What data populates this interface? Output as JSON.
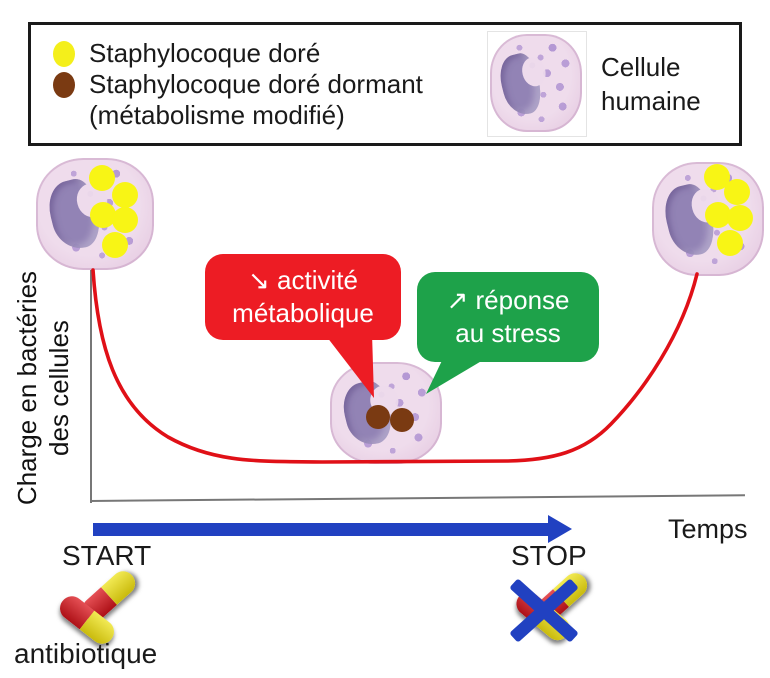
{
  "legend": {
    "items": [
      {
        "label": "Staphylocoque doré",
        "marker_color": "#f4ef1b"
      },
      {
        "label": "Staphylocoque doré dormant",
        "sublabel": "(métabolisme modifié)",
        "marker_color": "#7a3a12"
      }
    ],
    "cell": {
      "label_line1": "Cellule",
      "label_line2": "humaine"
    }
  },
  "chart": {
    "y_axis_label_line1": "Charge en bactéries",
    "y_axis_label_line2": "des cellules",
    "x_axis_label": "Temps",
    "curve_color": "#e01017",
    "axis_color": "#777777"
  },
  "bubbles": {
    "red": {
      "line1": "↘ activité",
      "line2": "métabolique",
      "color": "#ed1c24"
    },
    "green": {
      "line1": "↗ réponse",
      "line2": "au stress",
      "color": "#1ea24a"
    }
  },
  "timeline": {
    "start_label": "START",
    "stop_label": "STOP",
    "arrow_color": "#2141c1"
  },
  "antibiotic": {
    "label": "antibiotique"
  },
  "cells_on_chart": [
    {
      "name": "cell-at-start",
      "bacteria": "Staphylocoque doré",
      "bacteria_color": "#f8f515",
      "bacteria_count": 5
    },
    {
      "name": "cell-during-treatment",
      "bacteria": "Staphylocoque doré dormant",
      "bacteria_color": "#7a3a12",
      "bacteria_count": 2
    },
    {
      "name": "cell-after-stop",
      "bacteria": "Staphylocoque doré",
      "bacteria_color": "#f8f515",
      "bacteria_count": 5
    }
  ],
  "chart_data": {
    "type": "line",
    "title": "",
    "xlabel": "Temps",
    "ylabel": "Charge en bactéries des cellules",
    "legend_position": "top",
    "grid": false,
    "series": [
      {
        "name": "Charge bactérienne",
        "x": [
          0,
          0.06,
          0.15,
          0.3,
          0.45,
          0.6,
          0.72,
          0.82,
          0.92,
          1
        ],
        "y": [
          1,
          0.6,
          0.25,
          0.07,
          0.06,
          0.06,
          0.08,
          0.25,
          0.65,
          1
        ]
      }
    ],
    "events": [
      {
        "x": 0,
        "label": "START — antibiotique"
      },
      {
        "x": 0.72,
        "label": "STOP — antibiotique"
      }
    ],
    "annotations": [
      "↘ activité métabolique",
      "↗ réponse au stress"
    ]
  }
}
